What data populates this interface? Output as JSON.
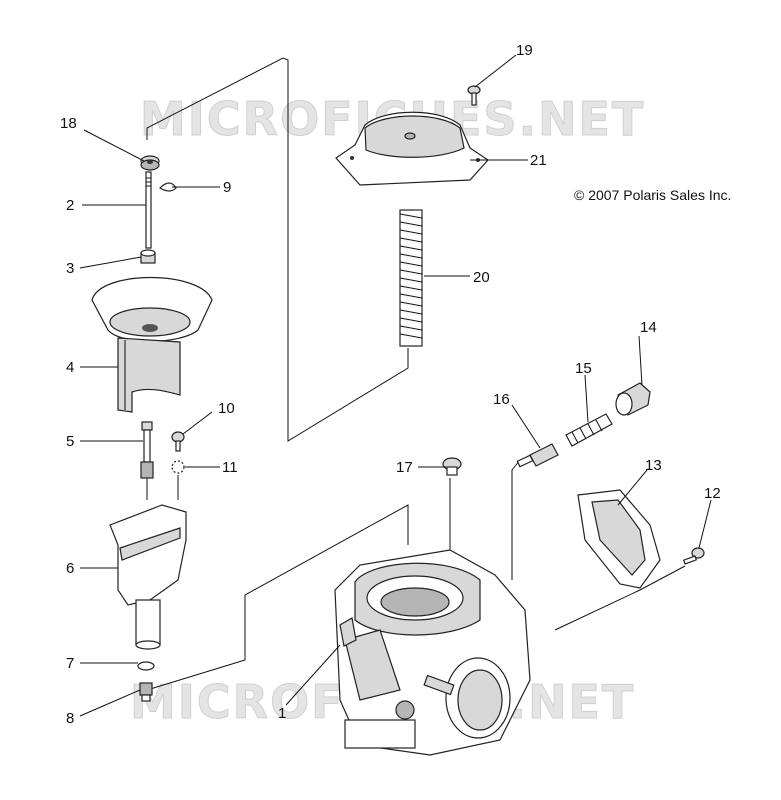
{
  "watermark": "MICROFICHES.NET",
  "copyright": "© 2007 Polaris Sales Inc.",
  "callouts": [
    {
      "id": "c1",
      "text": "1"
    },
    {
      "id": "c2",
      "text": "2"
    },
    {
      "id": "c3",
      "text": "3"
    },
    {
      "id": "c4",
      "text": "4"
    },
    {
      "id": "c5",
      "text": "5"
    },
    {
      "id": "c6",
      "text": "6"
    },
    {
      "id": "c7",
      "text": "7"
    },
    {
      "id": "c8",
      "text": "8"
    },
    {
      "id": "c9",
      "text": "9"
    },
    {
      "id": "c10",
      "text": "10"
    },
    {
      "id": "c11",
      "text": "11"
    },
    {
      "id": "c12",
      "text": "12"
    },
    {
      "id": "c13",
      "text": "13"
    },
    {
      "id": "c14",
      "text": "14"
    },
    {
      "id": "c15",
      "text": "15"
    },
    {
      "id": "c16",
      "text": "16"
    },
    {
      "id": "c17",
      "text": "17"
    },
    {
      "id": "c18",
      "text": "18"
    },
    {
      "id": "c19",
      "text": "19"
    },
    {
      "id": "c20",
      "text": "20"
    },
    {
      "id": "c21",
      "text": "21"
    }
  ]
}
